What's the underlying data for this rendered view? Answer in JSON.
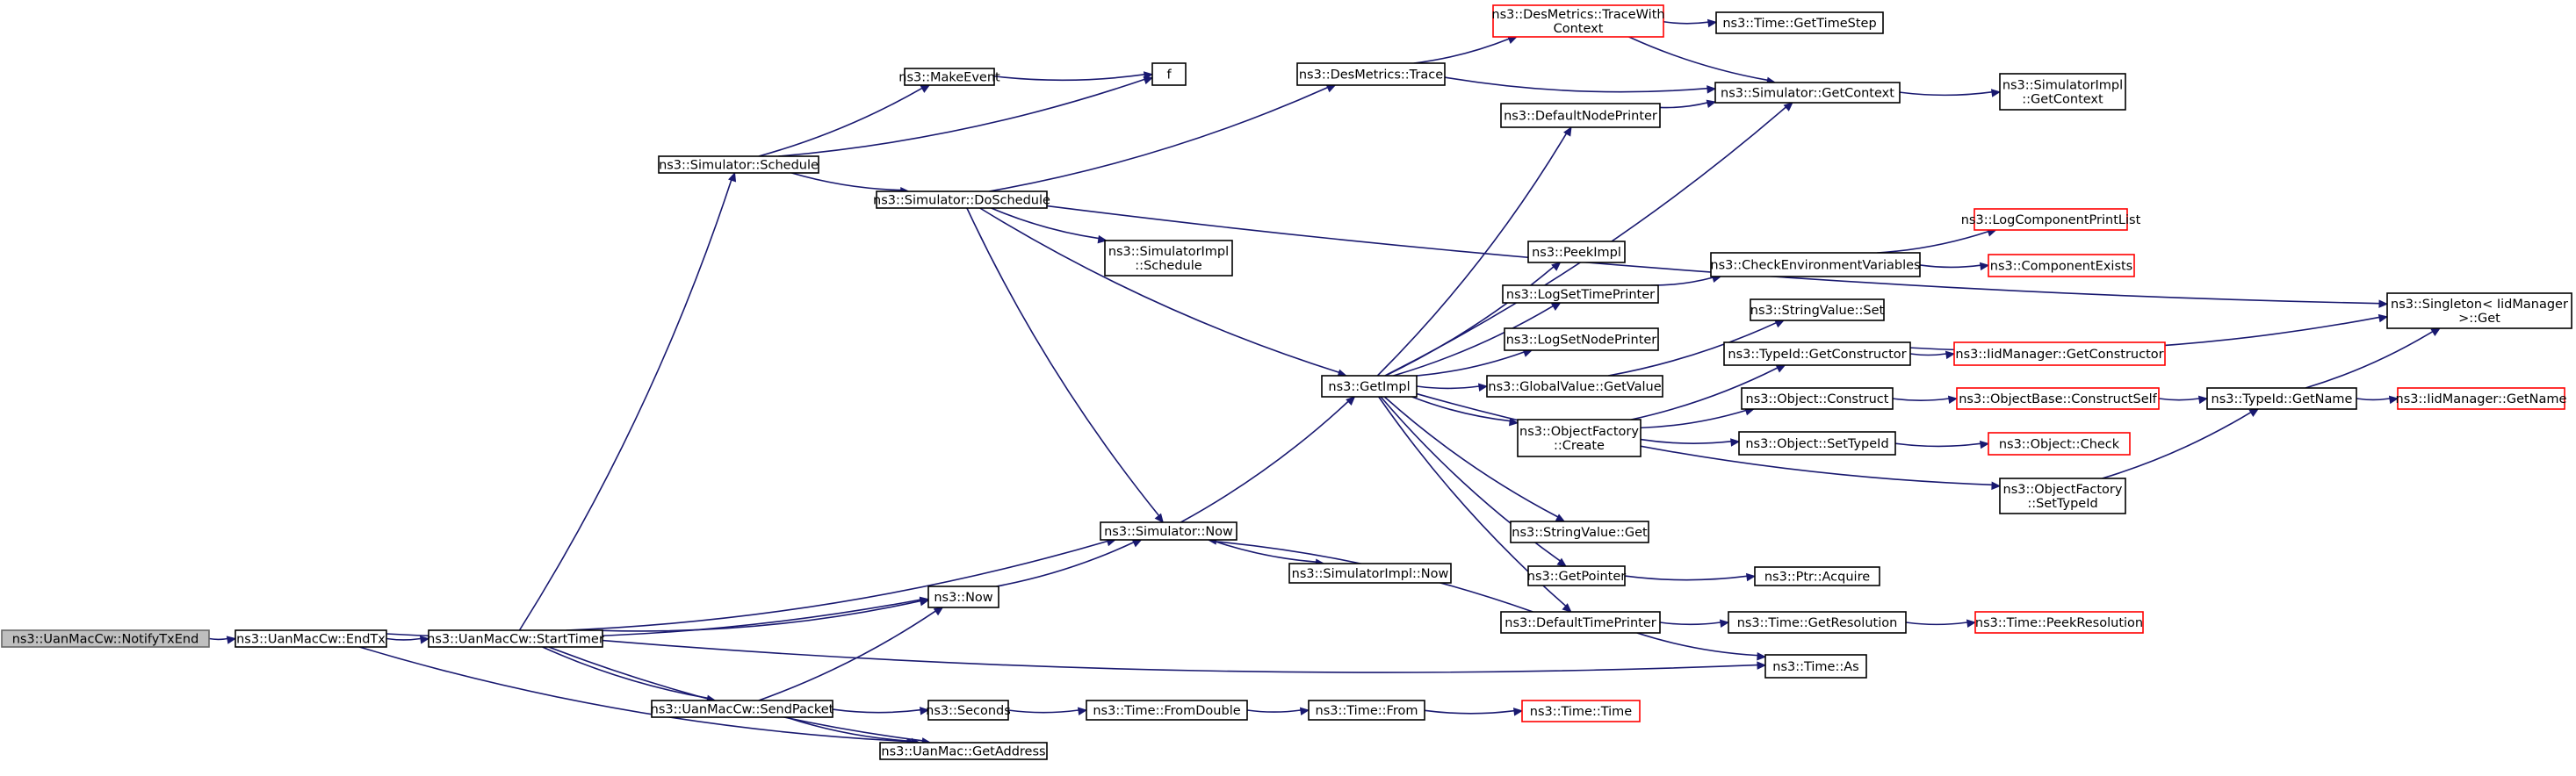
{
  "nodes": [
    {
      "id": "root",
      "label": [
        "ns3::UanMacCw::NotifyTxEnd"
      ],
      "style": "root"
    },
    {
      "id": "endtx",
      "label": [
        "ns3::UanMacCw::EndTx"
      ]
    },
    {
      "id": "starttimer",
      "label": [
        "ns3::UanMacCw::StartTimer"
      ]
    },
    {
      "id": "sendpacket",
      "label": [
        "ns3::UanMacCw::SendPacket"
      ]
    },
    {
      "id": "getaddress",
      "label": [
        "ns3::UanMac::GetAddress"
      ]
    },
    {
      "id": "now",
      "label": [
        "ns3::Now"
      ]
    },
    {
      "id": "schedule",
      "label": [
        "ns3::Simulator::Schedule"
      ]
    },
    {
      "id": "makeevent",
      "label": [
        "ns3::MakeEvent"
      ]
    },
    {
      "id": "f",
      "label": [
        "f"
      ]
    },
    {
      "id": "doschedule",
      "label": [
        "ns3::Simulator::DoSchedule"
      ]
    },
    {
      "id": "desmetricstrace",
      "label": [
        "ns3::DesMetrics::Trace"
      ]
    },
    {
      "id": "tracewithcontext",
      "label": [
        "ns3::DesMetrics::TraceWith",
        "Context"
      ],
      "style": "red"
    },
    {
      "id": "gettimestep",
      "label": [
        "ns3::Time::GetTimeStep"
      ]
    },
    {
      "id": "getcontext",
      "label": [
        "ns3::Simulator::GetContext"
      ]
    },
    {
      "id": "simimplgetcontext",
      "label": [
        "ns3::SimulatorImpl",
        "::GetContext"
      ]
    },
    {
      "id": "simimplschedule",
      "label": [
        "ns3::SimulatorImpl",
        "::Schedule"
      ]
    },
    {
      "id": "simnow",
      "label": [
        "ns3::Simulator::Now"
      ]
    },
    {
      "id": "simimplnow",
      "label": [
        "ns3::SimulatorImpl::Now"
      ]
    },
    {
      "id": "getimpl",
      "label": [
        "ns3::GetImpl"
      ]
    },
    {
      "id": "defaultnodeprinter",
      "label": [
        "ns3::DefaultNodePrinter"
      ]
    },
    {
      "id": "peekimpl",
      "label": [
        "ns3::PeekImpl"
      ]
    },
    {
      "id": "logsettimeprinter",
      "label": [
        "ns3::LogSetTimePrinter"
      ]
    },
    {
      "id": "logsetnodeprinter",
      "label": [
        "ns3::LogSetNodePrinter"
      ]
    },
    {
      "id": "globalvaluegetvalue",
      "label": [
        "ns3::GlobalValue::GetValue"
      ]
    },
    {
      "id": "objectfactorycreate",
      "label": [
        "ns3::ObjectFactory",
        "::Create"
      ]
    },
    {
      "id": "stringvalueget",
      "label": [
        "ns3::StringValue::Get"
      ]
    },
    {
      "id": "getpointer",
      "label": [
        "ns3::GetPointer"
      ]
    },
    {
      "id": "defaulttimeprinter",
      "label": [
        "ns3::DefaultTimePrinter"
      ]
    },
    {
      "id": "checkenv",
      "label": [
        "ns3::CheckEnvironmentVariables"
      ]
    },
    {
      "id": "logcomponentprintlist",
      "label": [
        "ns3::LogComponentPrintList"
      ],
      "style": "red"
    },
    {
      "id": "componentexists",
      "label": [
        "ns3::ComponentExists"
      ],
      "style": "red"
    },
    {
      "id": "stringvalueset",
      "label": [
        "ns3::StringValue::Set"
      ]
    },
    {
      "id": "typeidgetconstructor",
      "label": [
        "ns3::TypeId::GetConstructor"
      ]
    },
    {
      "id": "iidgetconstructor",
      "label": [
        "ns3::IidManager::GetConstructor"
      ],
      "style": "red"
    },
    {
      "id": "objectconstruct",
      "label": [
        "ns3::Object::Construct"
      ]
    },
    {
      "id": "constructself",
      "label": [
        "ns3::ObjectBase::ConstructSelf"
      ],
      "style": "red"
    },
    {
      "id": "typeidgetname",
      "label": [
        "ns3::TypeId::GetName"
      ]
    },
    {
      "id": "iidgetname",
      "label": [
        "ns3::IidManager::GetName"
      ],
      "style": "red"
    },
    {
      "id": "singletonget",
      "label": [
        "ns3::Singleton< IidManager",
        " >::Get"
      ]
    },
    {
      "id": "objectsettypeid",
      "label": [
        "ns3::Object::SetTypeId"
      ]
    },
    {
      "id": "objectcheck",
      "label": [
        "ns3::Object::Check"
      ],
      "style": "red"
    },
    {
      "id": "objectfactorysettypeid",
      "label": [
        "ns3::ObjectFactory",
        "::SetTypeId"
      ]
    },
    {
      "id": "ptracquire",
      "label": [
        "ns3::Ptr::Acquire"
      ]
    },
    {
      "id": "timegetresolution",
      "label": [
        "ns3::Time::GetResolution"
      ]
    },
    {
      "id": "peekresolution",
      "label": [
        "ns3::Time::PeekResolution"
      ],
      "style": "red"
    },
    {
      "id": "timeas",
      "label": [
        "ns3::Time::As"
      ]
    },
    {
      "id": "seconds",
      "label": [
        "ns3::Seconds"
      ]
    },
    {
      "id": "fromdouble",
      "label": [
        "ns3::Time::FromDouble"
      ]
    },
    {
      "id": "timefrom",
      "label": [
        "ns3::Time::From"
      ]
    },
    {
      "id": "timetime",
      "label": [
        "ns3::Time::Time"
      ],
      "style": "red"
    }
  ],
  "edges": [
    [
      "root",
      "endtx"
    ],
    [
      "endtx",
      "starttimer"
    ],
    [
      "endtx",
      "now"
    ],
    [
      "endtx",
      "getaddress"
    ],
    [
      "starttimer",
      "schedule"
    ],
    [
      "starttimer",
      "simnow"
    ],
    [
      "starttimer",
      "now"
    ],
    [
      "starttimer",
      "sendpacket"
    ],
    [
      "starttimer",
      "getaddress"
    ],
    [
      "starttimer",
      "timeas"
    ],
    [
      "sendpacket",
      "now"
    ],
    [
      "sendpacket",
      "seconds"
    ],
    [
      "sendpacket",
      "getaddress"
    ],
    [
      "now",
      "simnow"
    ],
    [
      "schedule",
      "makeevent"
    ],
    [
      "schedule",
      "f"
    ],
    [
      "schedule",
      "doschedule"
    ],
    [
      "makeevent",
      "f"
    ],
    [
      "doschedule",
      "desmetricstrace"
    ],
    [
      "doschedule",
      "singletonget"
    ],
    [
      "doschedule",
      "simimplschedule"
    ],
    [
      "doschedule",
      "getimpl"
    ],
    [
      "doschedule",
      "simnow"
    ],
    [
      "desmetricstrace",
      "tracewithcontext"
    ],
    [
      "desmetricstrace",
      "getcontext"
    ],
    [
      "tracewithcontext",
      "gettimestep"
    ],
    [
      "tracewithcontext",
      "getcontext"
    ],
    [
      "getcontext",
      "simimplgetcontext"
    ],
    [
      "simnow",
      "getimpl"
    ],
    [
      "simnow",
      "simimplnow"
    ],
    [
      "getimpl",
      "defaultnodeprinter"
    ],
    [
      "getimpl",
      "getcontext"
    ],
    [
      "getimpl",
      "peekimpl"
    ],
    [
      "getimpl",
      "logsettimeprinter"
    ],
    [
      "getimpl",
      "logsetnodeprinter"
    ],
    [
      "getimpl",
      "globalvaluegetvalue"
    ],
    [
      "getimpl",
      "objectfactorycreate"
    ],
    [
      "getimpl",
      "objectfactorysettypeid"
    ],
    [
      "getimpl",
      "stringvalueget"
    ],
    [
      "getimpl",
      "getpointer"
    ],
    [
      "getimpl",
      "defaulttimeprinter"
    ],
    [
      "defaultnodeprinter",
      "getcontext"
    ],
    [
      "logsettimeprinter",
      "checkenv"
    ],
    [
      "checkenv",
      "logcomponentprintlist"
    ],
    [
      "checkenv",
      "componentexists"
    ],
    [
      "globalvaluegetvalue",
      "stringvalueset"
    ],
    [
      "objectfactorycreate",
      "typeidgetconstructor"
    ],
    [
      "objectfactorycreate",
      "objectconstruct"
    ],
    [
      "objectfactorycreate",
      "objectsettypeid"
    ],
    [
      "typeidgetconstructor",
      "iidgetconstructor"
    ],
    [
      "typeidgetconstructor",
      "singletonget"
    ],
    [
      "objectconstruct",
      "constructself"
    ],
    [
      "constructself",
      "typeidgetname"
    ],
    [
      "typeidgetname",
      "iidgetname"
    ],
    [
      "typeidgetname",
      "singletonget"
    ],
    [
      "objectsettypeid",
      "objectcheck"
    ],
    [
      "objectfactorysettypeid",
      "typeidgetname"
    ],
    [
      "getpointer",
      "ptracquire"
    ],
    [
      "defaulttimeprinter",
      "simnow"
    ],
    [
      "defaulttimeprinter",
      "timegetresolution"
    ],
    [
      "defaulttimeprinter",
      "timeas"
    ],
    [
      "timegetresolution",
      "peekresolution"
    ],
    [
      "seconds",
      "fromdouble"
    ],
    [
      "fromdouble",
      "timefrom"
    ],
    [
      "timefrom",
      "timetime"
    ]
  ]
}
